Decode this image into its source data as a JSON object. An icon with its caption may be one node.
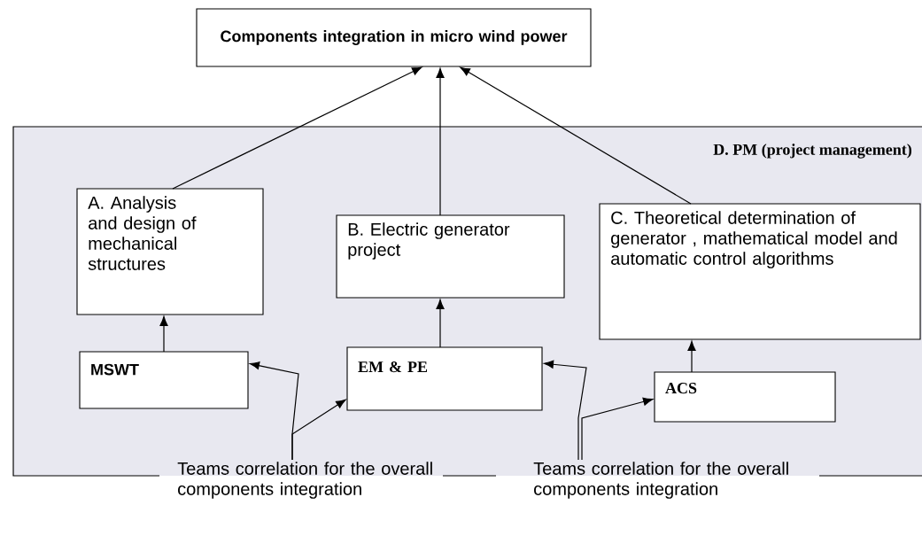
{
  "diagram": {
    "nodes": [
      {
        "text": [
          "Components integration in micro wind power"
        ]
      },
      {
        "text": [
          "D. PM (project management)"
        ]
      },
      {
        "text": [
          "A. Analysis and design of mechanical structures"
        ],
        "in": 1
      },
      {
        "text": [
          "B. Electric generator project"
        ],
        "in": 1
      },
      {
        "text": [
          "C. Theoretical determination of generator , mathematical model and automatic control algorithms"
        ],
        "in": 1
      },
      {
        "text": [
          "MSWT"
        ],
        "in": 1
      },
      {
        "text": [
          "EM & PE"
        ],
        "in": 1
      },
      {
        "text": [
          "ACS"
        ],
        "in": 1
      },
      {
        "text": [
          "Teams correlation for the overall components integration"
        ]
      },
      {
        "text": [
          "Teams correlation for the overall components integration"
        ]
      }
    ],
    "edges": [
      {
        "from": 2,
        "to": 0,
        "arrow": "to"
      },
      {
        "from": 3,
        "to": 0,
        "arrow": "to"
      },
      {
        "from": 4,
        "to": 0,
        "arrow": "to"
      },
      {
        "from": 5,
        "to": 2,
        "arrow": "to"
      },
      {
        "from": 6,
        "to": 3,
        "arrow": "to"
      },
      {
        "from": 7,
        "to": 4,
        "arrow": "to"
      },
      {
        "from": 8,
        "to": 5,
        "arrow": "to"
      },
      {
        "from": 8,
        "to": 6,
        "arrow": "to"
      },
      {
        "from": 9,
        "to": 6,
        "arrow": "to"
      },
      {
        "from": 9,
        "to": 7,
        "arrow": "to"
      }
    ]
  }
}
